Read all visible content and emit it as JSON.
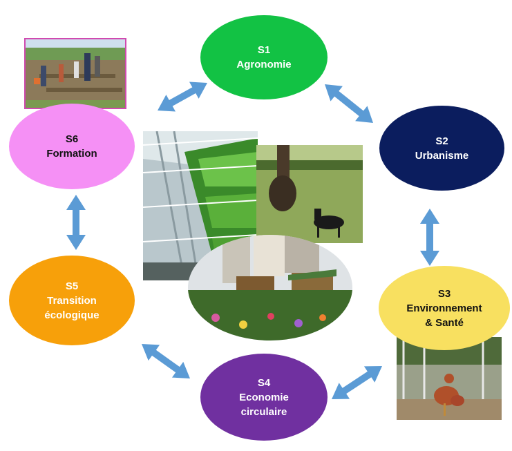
{
  "nodes": {
    "s1": {
      "code": "S1",
      "line1": "Agronomie",
      "color": "#12c244",
      "text_color": "#ffffff"
    },
    "s2": {
      "code": "S2",
      "line1": "Urbanisme",
      "color": "#0b1d5e",
      "text_color": "#ffffff"
    },
    "s3": {
      "code": "S3",
      "line1": "Environnement",
      "line2": "& Santé",
      "color": "#f8e060",
      "text_color": "#111111"
    },
    "s4": {
      "code": "S4",
      "line1": "Economie",
      "line2": "circulaire",
      "color": "#7030a0",
      "text_color": "#ffffff"
    },
    "s5": {
      "code": "S5",
      "line1": "Transition",
      "line2": "écologique",
      "color": "#f7a00a",
      "text_color": "#ffffff"
    },
    "s6": {
      "code": "S6",
      "line1": "Formation",
      "color": "#f590f5",
      "text_color": "#111111"
    }
  },
  "arrow_color": "#5b9bd5",
  "photos": [
    {
      "name": "garden-children-photo",
      "subject": "children gardening"
    },
    {
      "name": "vertical-farm-photo",
      "subject": "vertical greenhouse"
    },
    {
      "name": "goat-photo",
      "subject": "goat under tree"
    },
    {
      "name": "urban-garden-photo",
      "subject": "flower garden with cabins"
    },
    {
      "name": "hen-photo",
      "subject": "hen in enclosure"
    }
  ]
}
